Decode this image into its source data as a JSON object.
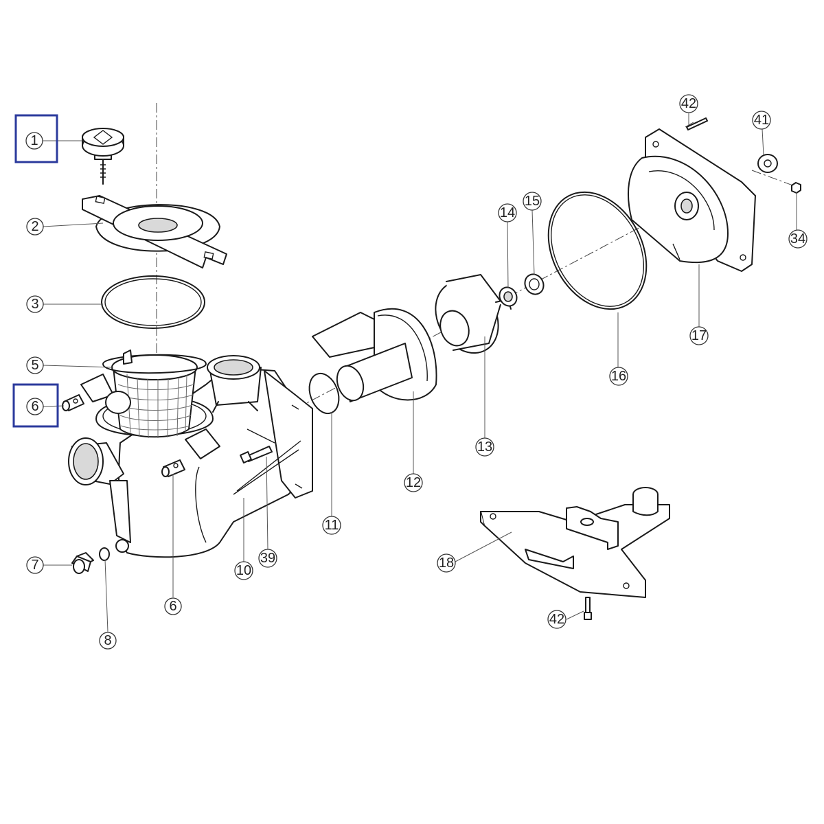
{
  "callouts": {
    "c1": "1",
    "c2": "2",
    "c3": "3",
    "c5": "5",
    "c6a": "6",
    "c6b": "6",
    "c7": "7",
    "c8": "8",
    "c10": "10",
    "c39": "39",
    "c11": "11",
    "c12": "12",
    "c13": "13",
    "c14": "14",
    "c15": "15",
    "c16": "16",
    "c17": "17",
    "c18": "18",
    "c41": "41",
    "c34": "34",
    "c42a": "42",
    "c42b": "42"
  },
  "highlighted_parts": [
    "1",
    "6"
  ],
  "colors": {
    "highlight_box": "#2b3a9c",
    "line": "#1a1a1a"
  }
}
